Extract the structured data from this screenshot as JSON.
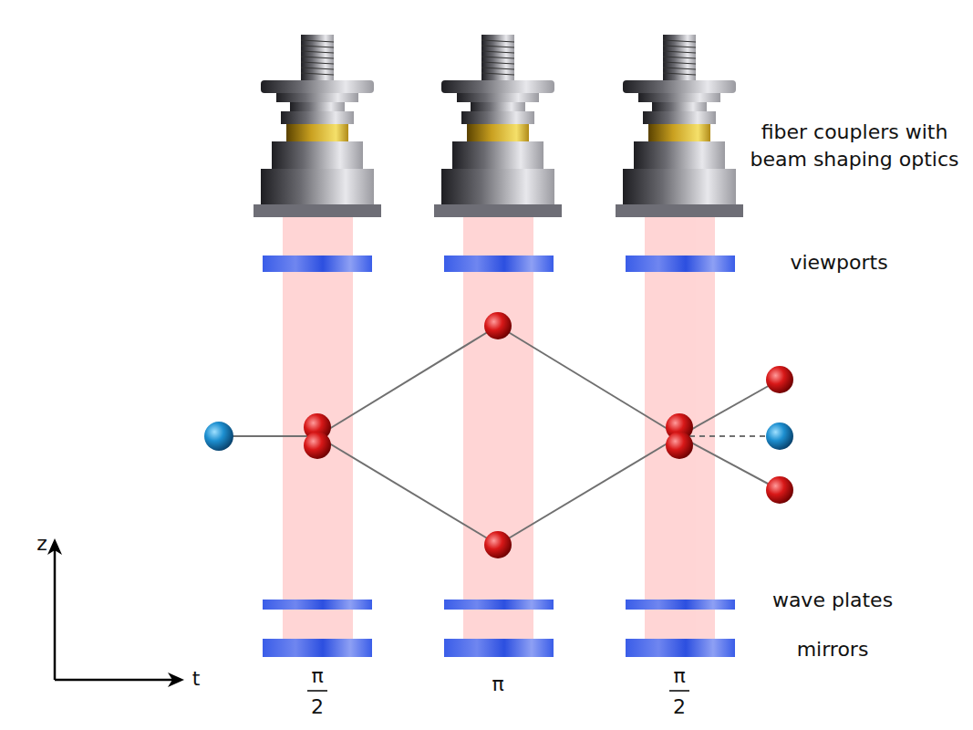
{
  "diagram": {
    "labels": [
      "fiber couplers with beam shaping optics",
      "viewports",
      "wave plates",
      "mirrors",
      "π",
      "2",
      "π",
      "π",
      "2",
      "z",
      "t"
    ]
  }
}
